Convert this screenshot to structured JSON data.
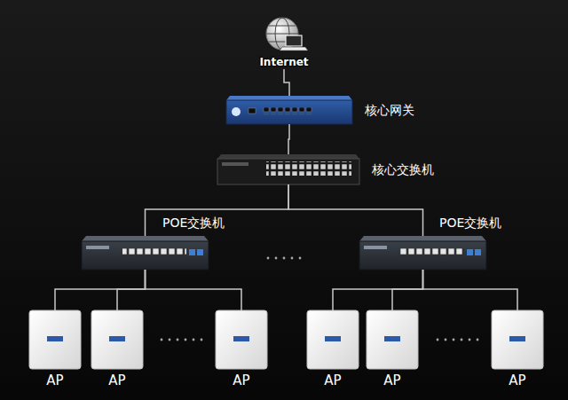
{
  "diagram": {
    "nodes": [
      {
        "text": [
          "Internet"
        ]
      },
      {
        "text": [
          "核心网关"
        ]
      },
      {
        "text": [
          "核心交换机"
        ]
      },
      {
        "text": [
          "POE交换机"
        ]
      },
      {
        "text": [
          "POE交换机"
        ]
      },
      {
        "text": [
          "AP"
        ]
      },
      {
        "text": [
          "AP"
        ]
      },
      {
        "text": [
          "AP"
        ]
      },
      {
        "text": [
          "AP"
        ]
      },
      {
        "text": [
          "AP"
        ]
      },
      {
        "text": [
          "AP"
        ]
      }
    ],
    "edges": [
      {
        "from": 0,
        "to": 1,
        "arrow": "none"
      },
      {
        "from": 1,
        "to": 2,
        "arrow": "none"
      },
      {
        "from": 2,
        "to": 3,
        "arrow": "none"
      },
      {
        "from": 2,
        "to": 4,
        "arrow": "none"
      },
      {
        "from": 3,
        "to": 5,
        "arrow": "none"
      },
      {
        "from": 3,
        "to": 6,
        "arrow": "none"
      },
      {
        "from": 3,
        "to": 7,
        "arrow": "none"
      },
      {
        "from": 4,
        "to": 8,
        "arrow": "none"
      },
      {
        "from": 4,
        "to": 9,
        "arrow": "none"
      },
      {
        "from": 4,
        "to": 10,
        "arrow": "none"
      }
    ]
  }
}
